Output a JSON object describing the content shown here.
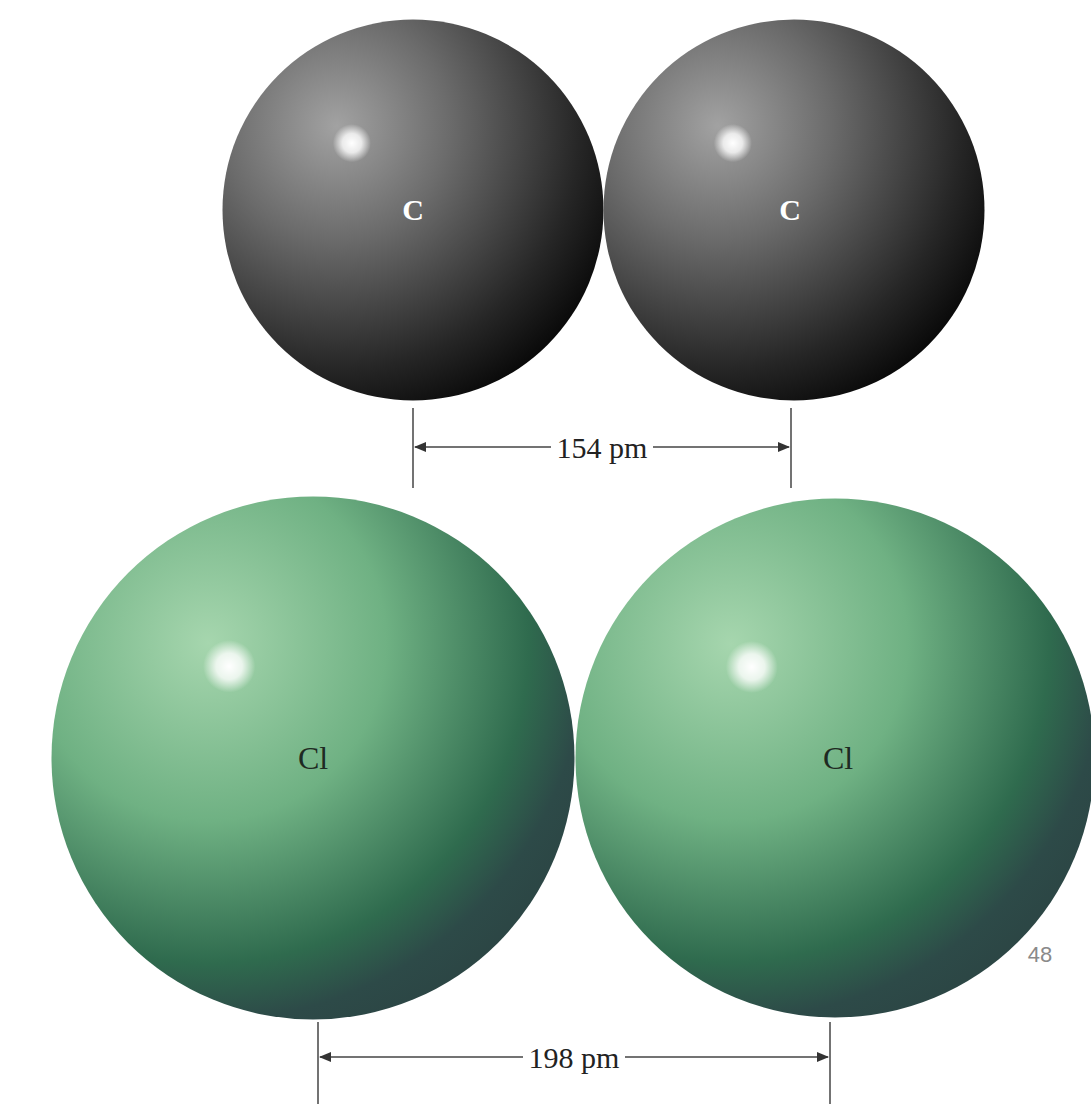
{
  "diagram": {
    "nodes": [
      {
        "text": [
          "C"
        ]
      },
      {
        "text": [
          "C"
        ]
      },
      {
        "text": [
          "Cl"
        ]
      },
      {
        "text": [
          "Cl"
        ]
      }
    ],
    "labels": [
      "154 pm",
      "198 pm",
      "48"
    ]
  }
}
